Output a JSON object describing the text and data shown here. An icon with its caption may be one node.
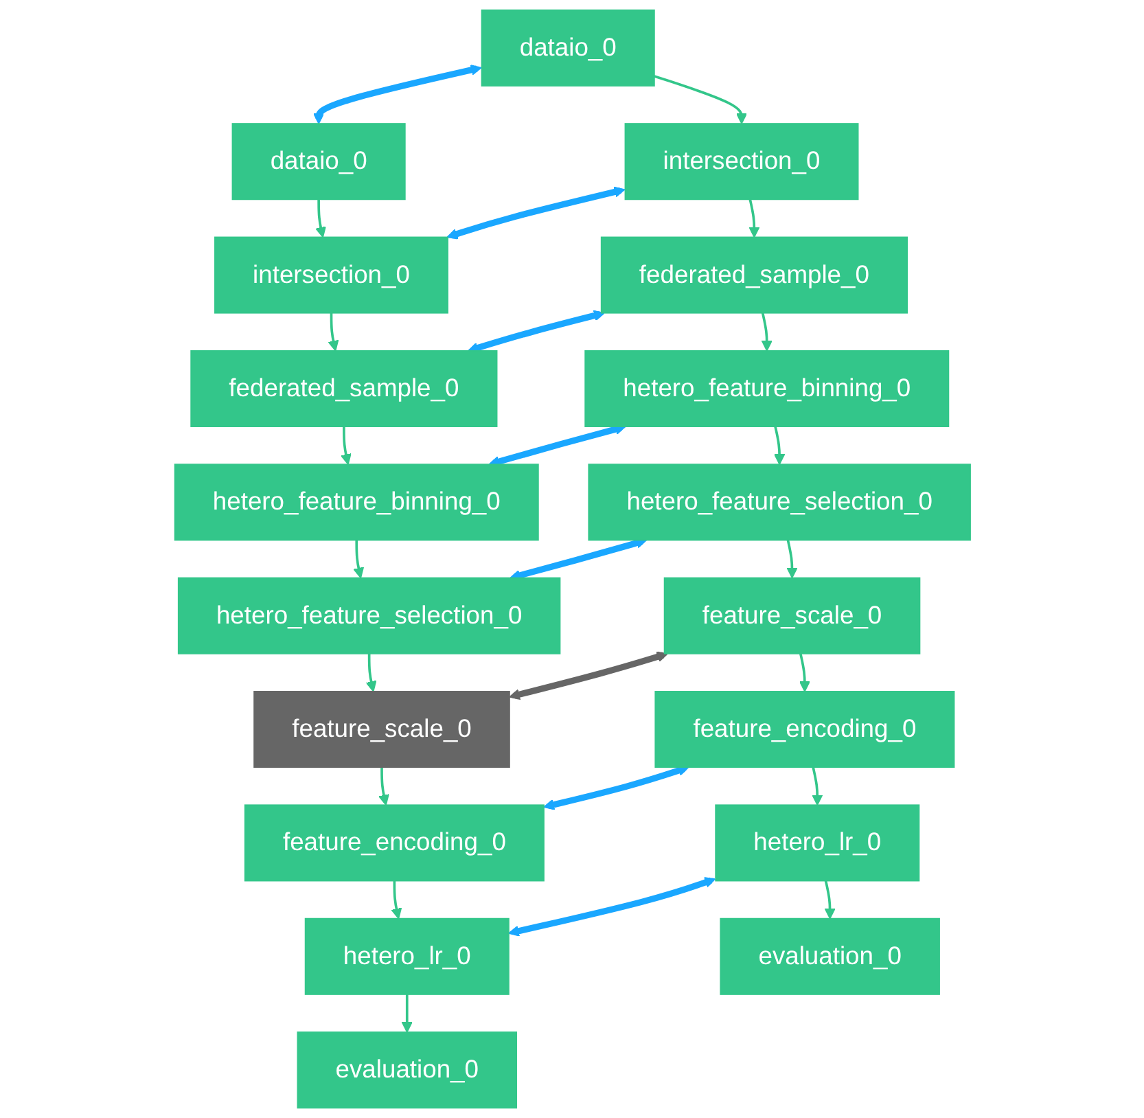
{
  "diagram": {
    "nodes": [
      {
        "text": [
          "dataio_0"
        ]
      },
      {
        "text": [
          "dataio_0"
        ]
      },
      {
        "text": [
          "intersection_0"
        ]
      },
      {
        "text": [
          "intersection_0"
        ]
      },
      {
        "text": [
          "federated_sample_0"
        ]
      },
      {
        "text": [
          "federated_sample_0"
        ]
      },
      {
        "text": [
          "hetero_feature_binning_0"
        ]
      },
      {
        "text": [
          "hetero_feature_binning_0"
        ]
      },
      {
        "text": [
          "hetero_feature_selection_0"
        ]
      },
      {
        "text": [
          "hetero_feature_selection_0"
        ]
      },
      {
        "text": [
          "feature_scale_0"
        ]
      },
      {
        "text": [
          "feature_scale_0"
        ]
      },
      {
        "text": [
          "feature_encoding_0"
        ]
      },
      {
        "text": [
          "feature_encoding_0"
        ]
      },
      {
        "text": [
          "hetero_lr_0"
        ]
      },
      {
        "text": [
          "hetero_lr_0"
        ]
      },
      {
        "text": [
          "evaluation_0"
        ]
      },
      {
        "text": [
          "evaluation_0"
        ]
      }
    ],
    "edges": [
      {
        "from": 0,
        "to": 1,
        "arrow": "both",
        "style": "thick",
        "color": "#1aa7ff"
      },
      {
        "from": 0,
        "to": 2,
        "arrow": "to"
      },
      {
        "from": 1,
        "to": 3,
        "arrow": "to"
      },
      {
        "from": 2,
        "to": 3,
        "arrow": "both",
        "style": "thick",
        "color": "#1aa7ff"
      },
      {
        "from": 2,
        "to": 4,
        "arrow": "to"
      },
      {
        "from": 3,
        "to": 5,
        "arrow": "to"
      },
      {
        "from": 4,
        "to": 5,
        "arrow": "both",
        "style": "thick",
        "color": "#1aa7ff"
      },
      {
        "from": 4,
        "to": 6,
        "arrow": "to"
      },
      {
        "from": 5,
        "to": 7,
        "arrow": "to"
      },
      {
        "from": 6,
        "to": 7,
        "arrow": "both",
        "style": "thick",
        "color": "#1aa7ff"
      },
      {
        "from": 6,
        "to": 8,
        "arrow": "to"
      },
      {
        "from": 7,
        "to": 9,
        "arrow": "to"
      },
      {
        "from": 8,
        "to": 9,
        "arrow": "both",
        "style": "thick",
        "color": "#1aa7ff"
      },
      {
        "from": 8,
        "to": 10,
        "arrow": "to"
      },
      {
        "from": 9,
        "to": 11,
        "arrow": "to"
      },
      {
        "from": 10,
        "to": 11,
        "arrow": "both",
        "style": "thick",
        "color": "#666666"
      },
      {
        "from": 10,
        "to": 12,
        "arrow": "to"
      },
      {
        "from": 11,
        "to": 13,
        "arrow": "to"
      },
      {
        "from": 12,
        "to": 13,
        "arrow": "both",
        "style": "thick",
        "color": "#1aa7ff"
      },
      {
        "from": 12,
        "to": 14,
        "arrow": "to"
      },
      {
        "from": 13,
        "to": 15,
        "arrow": "to"
      },
      {
        "from": 14,
        "to": 15,
        "arrow": "both",
        "style": "thick",
        "color": "#1aa7ff"
      },
      {
        "from": 14,
        "to": 16,
        "arrow": "to"
      },
      {
        "from": 15,
        "to": 17,
        "arrow": "to"
      }
    ]
  }
}
